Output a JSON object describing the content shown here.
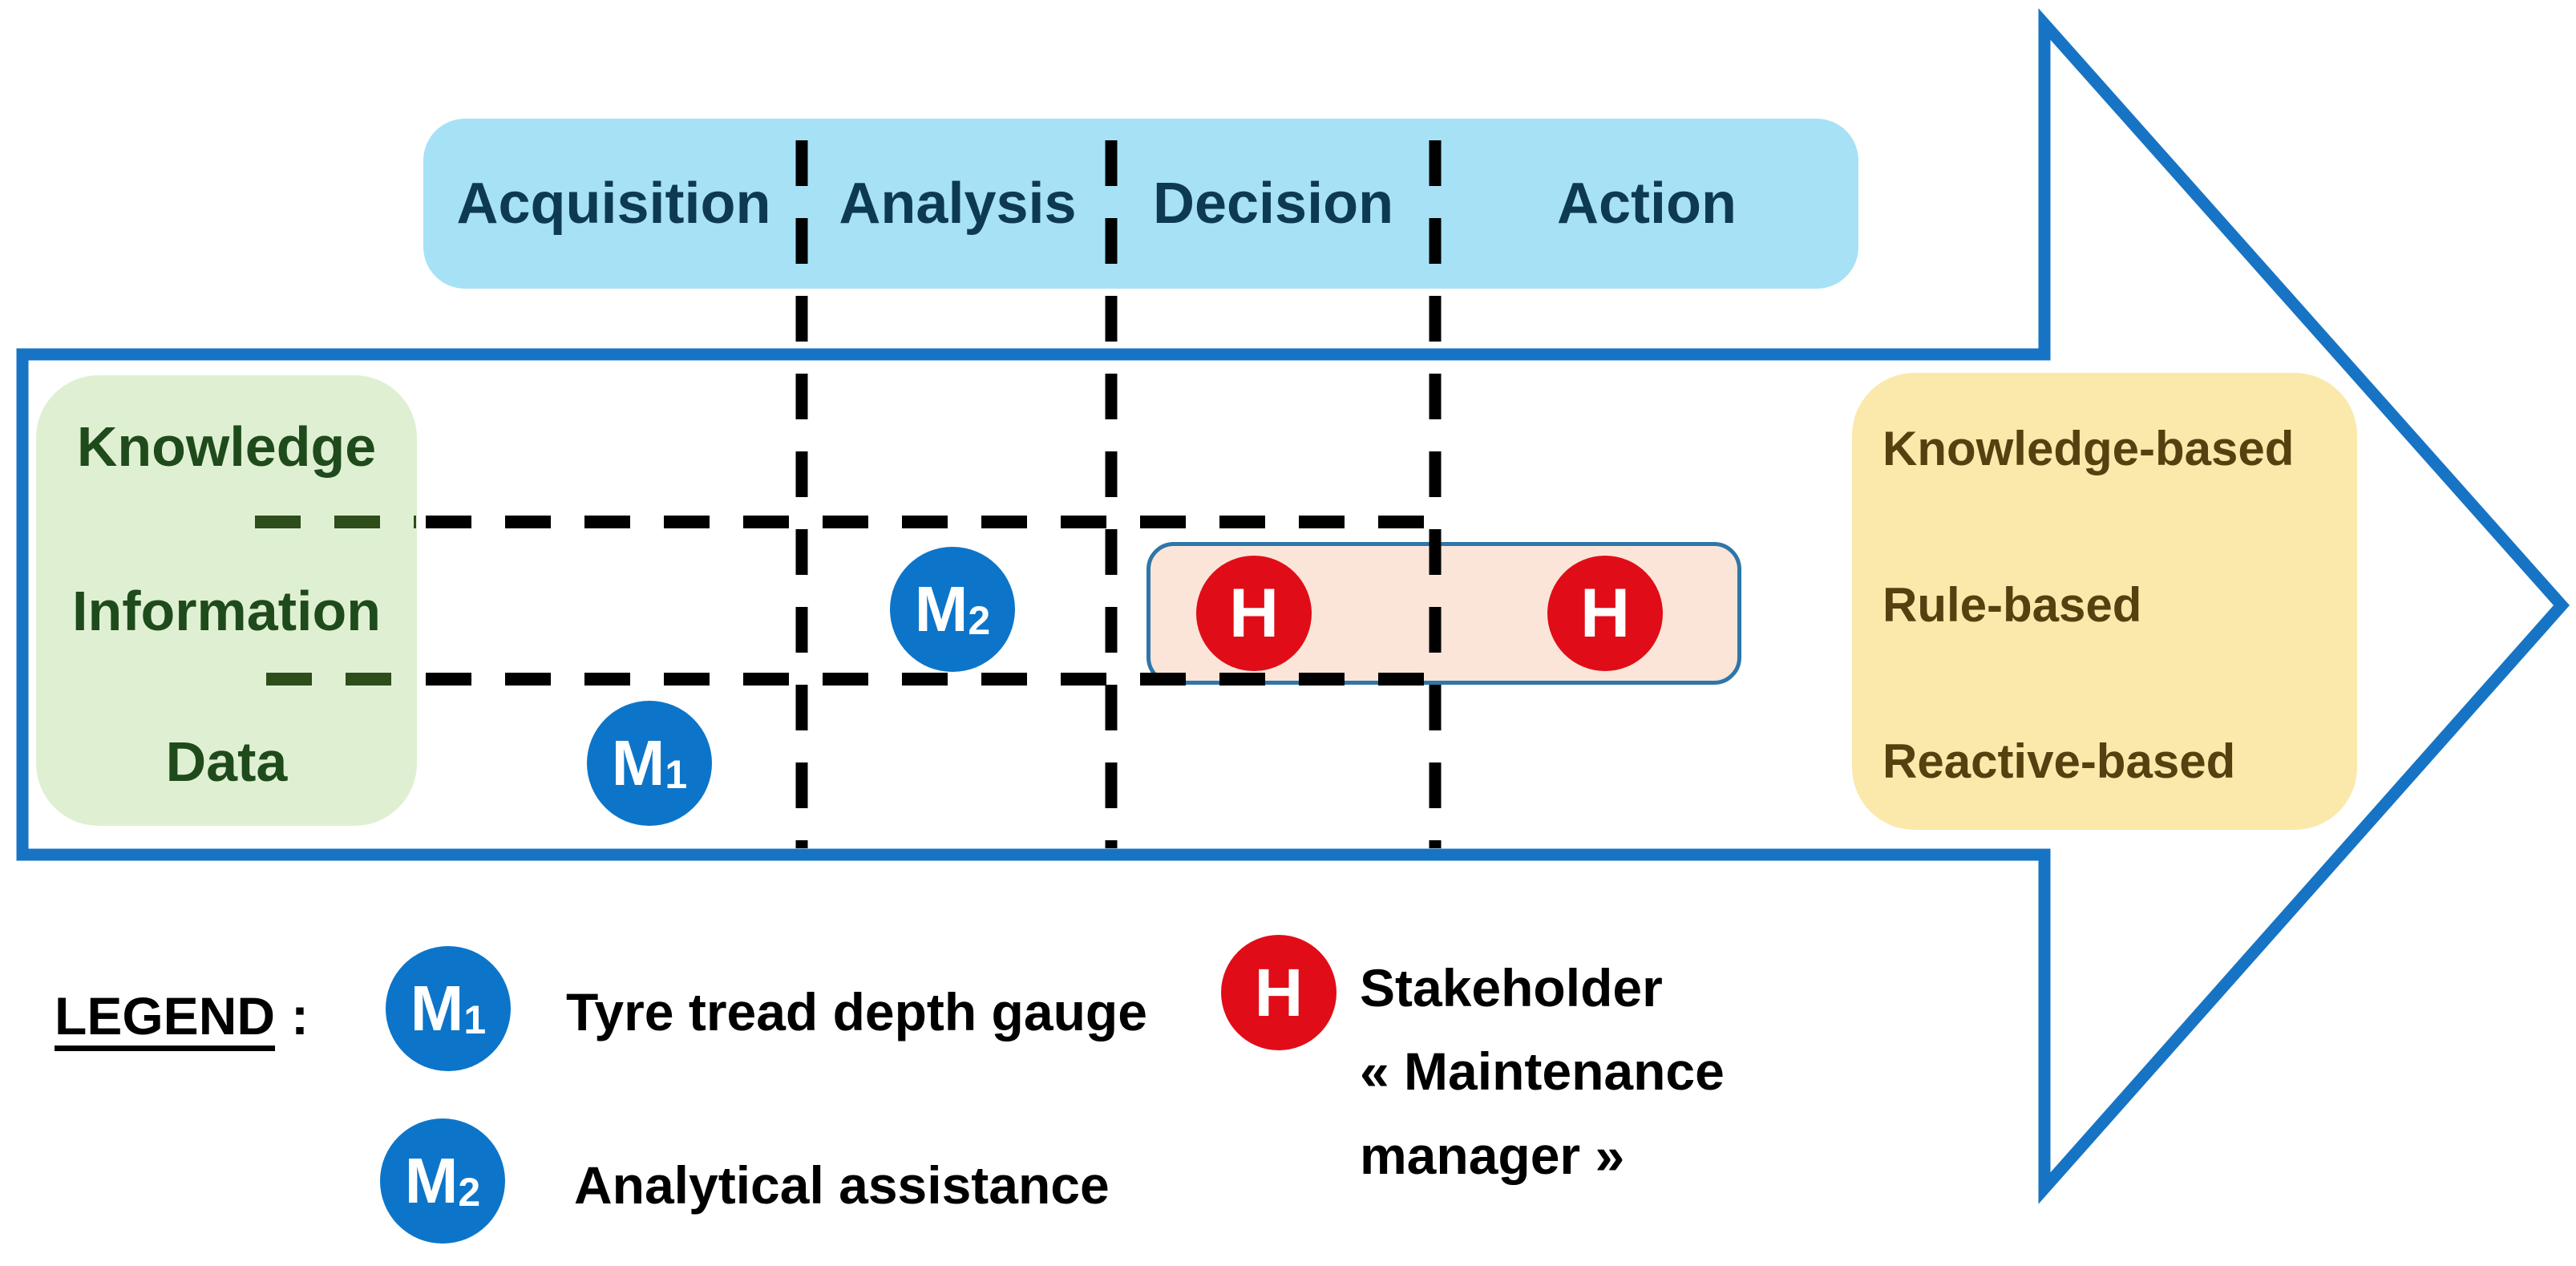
{
  "figure": {
    "description": "Process arrow diagram mapping maintenance decision stages against knowledge levels"
  },
  "stage_bar": {
    "stages": [
      "Acquisition",
      "Analysis",
      "Decision",
      "Action"
    ]
  },
  "knowledge_levels": [
    "Knowledge",
    "Information",
    "Data"
  ],
  "decision_modes": [
    "Knowledge-based",
    "Rule-based",
    "Reactive-based"
  ],
  "markers": {
    "m1": {
      "text": "M",
      "sub": "1"
    },
    "m2": {
      "text": "M",
      "sub": "2"
    },
    "h": {
      "text": "H"
    }
  },
  "legend": {
    "title": "LEGEND",
    "separator": ":",
    "items": [
      {
        "label": "Tyre tread depth gauge"
      },
      {
        "label": "Analytical assistance"
      },
      {
        "label": "Stakeholder\n« Maintenance\nmanager »"
      }
    ]
  },
  "colors": {
    "arrow_outline": "#1774c4",
    "stage_bar_fill": "#a7e1f5",
    "stage_text": "#0d3a52",
    "levels_box_fill": "#dff0d2",
    "levels_text": "#1f4a1c",
    "modes_box_fill": "#fae9aa",
    "modes_text": "#544110",
    "stakeholder_box_fill": "#fbe5d9",
    "stakeholder_box_border": "#2e76a8",
    "machine_marker_fill": "#0c75c9",
    "human_marker_fill": "#e00d18",
    "dashed_line": "#000000",
    "dashed_line_on_green": "#2d4d1b"
  }
}
